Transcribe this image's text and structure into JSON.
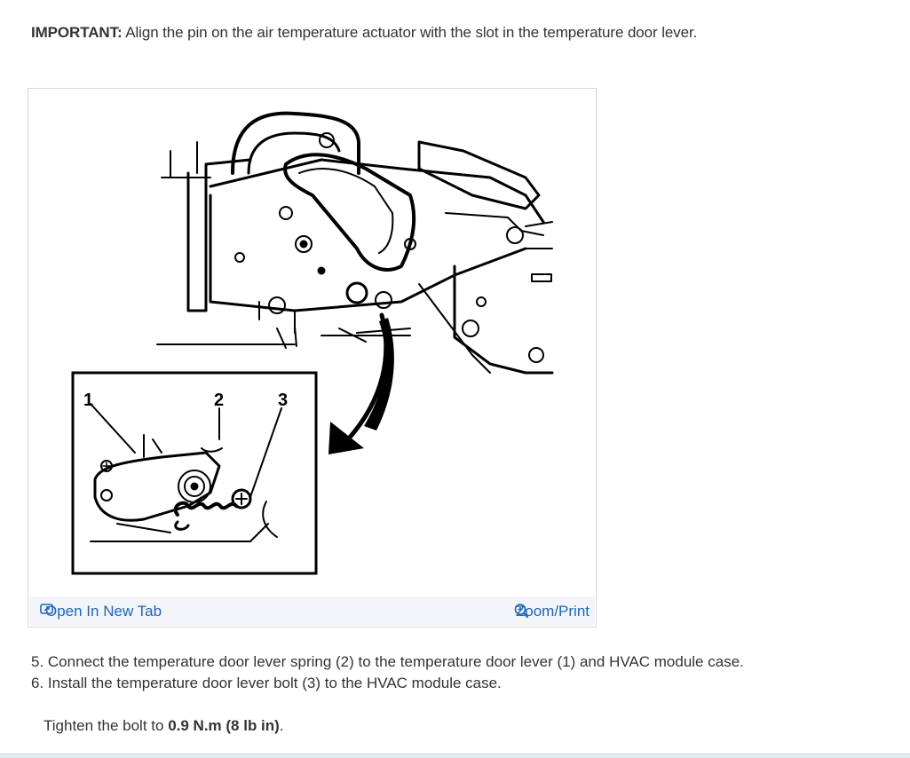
{
  "notice": {
    "label": "IMPORTANT:",
    "text": " Align the pin on the air temperature actuator with the slot in the temperature door lever."
  },
  "figure": {
    "callouts": [
      "1",
      "2",
      "3"
    ],
    "open_tab_label": "Open In New Tab",
    "zoom_label": "Zoom/Print",
    "open_icon": "open-in-new-tab-icon",
    "zoom_icon": "zoom-in-icon",
    "link_color": "#1a66c2"
  },
  "steps": [
    "5. Connect the temperature door lever spring (2) to the temperature door lever (1) and HVAC module case.",
    "6. Install the temperature door lever bolt (3) to the HVAC module case."
  ],
  "tighten": {
    "prefix": "Tighten the bolt to ",
    "value": "0.9 N.m (8 lb in)",
    "suffix": "."
  }
}
